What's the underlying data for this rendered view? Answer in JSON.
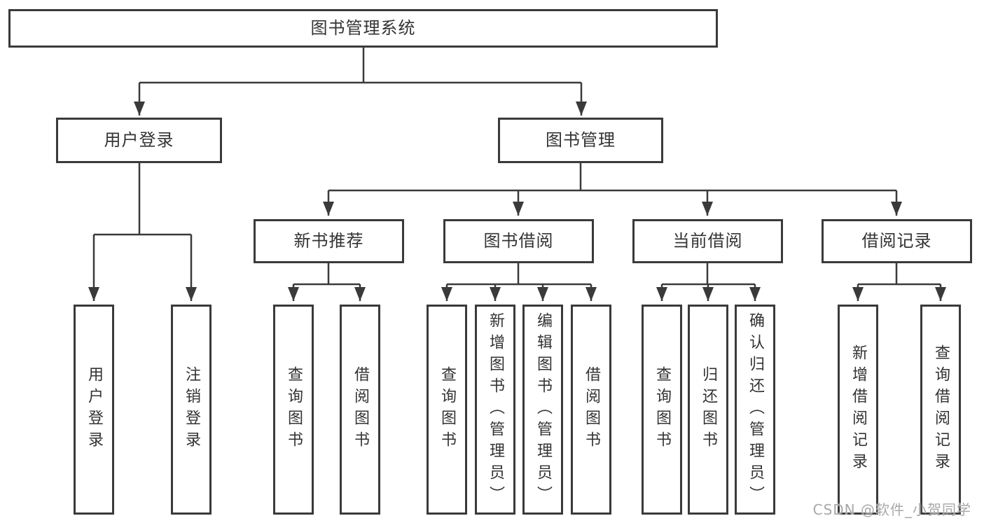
{
  "diagram": {
    "type": "hierarchy-tree",
    "root": {
      "label": "图书管理系统",
      "children": [
        {
          "label": "用户登录",
          "children": [
            {
              "label": "用户登录"
            },
            {
              "label": "注销登录"
            }
          ]
        },
        {
          "label": "图书管理",
          "children": [
            {
              "label": "新书推荐",
              "children": [
                {
                  "label": "查询图书"
                },
                {
                  "label": "借阅图书"
                }
              ]
            },
            {
              "label": "图书借阅",
              "children": [
                {
                  "label": "查询图书"
                },
                {
                  "label": "新增图书（管理员）"
                },
                {
                  "label": "编辑图书（管理员）"
                },
                {
                  "label": "借阅图书"
                }
              ]
            },
            {
              "label": "当前借阅",
              "children": [
                {
                  "label": "查询图书"
                },
                {
                  "label": "归还图书"
                },
                {
                  "label": "确认归还（管理员）"
                }
              ]
            },
            {
              "label": "借阅记录",
              "children": [
                {
                  "label": "新增借阅记录"
                },
                {
                  "label": "查询借阅记录"
                }
              ]
            }
          ]
        }
      ]
    },
    "colors": {
      "line": "#3a3a3a",
      "box_border": "#3a3a3a",
      "box_fill": "#ffffff",
      "text": "#333333",
      "watermark": "#a8a8a8"
    }
  },
  "watermark": {
    "text": "CSDN @软件_小贺同学"
  }
}
